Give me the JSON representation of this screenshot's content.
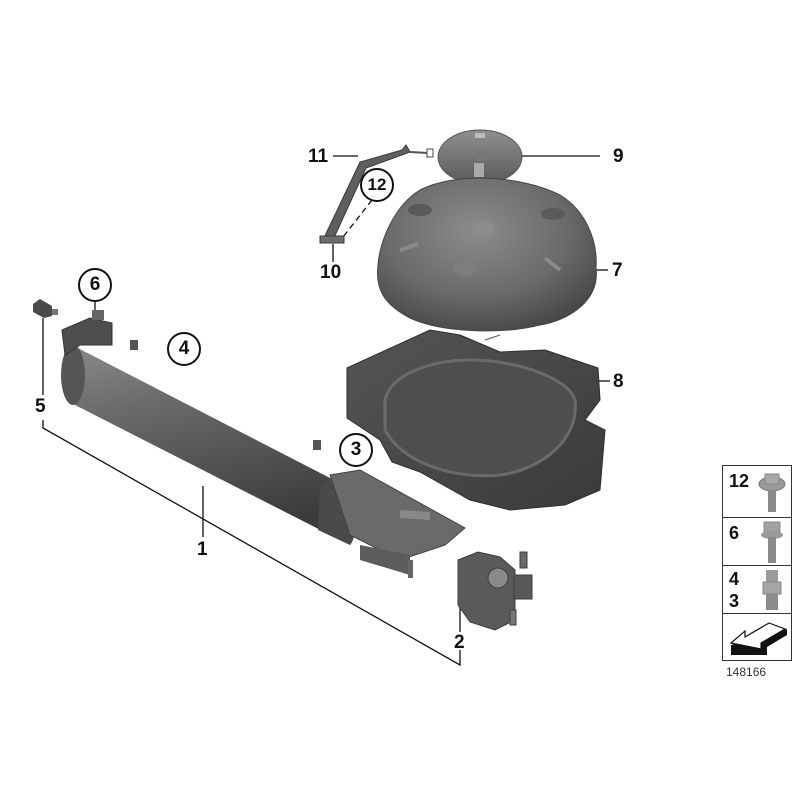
{
  "diagram": {
    "type": "exploded-parts-diagram",
    "callouts": [
      {
        "id": "1",
        "style": "plain"
      },
      {
        "id": "2",
        "style": "plain"
      },
      {
        "id": "3",
        "style": "circled"
      },
      {
        "id": "4",
        "style": "circled"
      },
      {
        "id": "5",
        "style": "plain"
      },
      {
        "id": "6",
        "style": "circled"
      },
      {
        "id": "7",
        "style": "plain"
      },
      {
        "id": "8",
        "style": "plain"
      },
      {
        "id": "9",
        "style": "plain"
      },
      {
        "id": "10",
        "style": "plain"
      },
      {
        "id": "11",
        "style": "plain"
      },
      {
        "id": "12",
        "style": "circled"
      }
    ],
    "labels": {
      "l1": "1",
      "l2": "2",
      "l3": "3",
      "l4": "4",
      "l5": "5",
      "l6": "6",
      "l7": "7",
      "l8": "8",
      "l9": "9",
      "l10": "10",
      "l11": "11",
      "l12": "12"
    },
    "legend": {
      "rows": [
        {
          "numbers": [
            "12"
          ],
          "part": "flange-bolt"
        },
        {
          "numbers": [
            "6"
          ],
          "part": "hex-bolt"
        },
        {
          "numbers": [
            "4",
            "3"
          ],
          "part": "threaded-fitting"
        },
        {
          "numbers": [],
          "part": "direction-arrow"
        }
      ],
      "n12": "12",
      "n6": "6",
      "n4": "4",
      "n3": "3"
    },
    "catalog_number": "148166",
    "colors": {
      "part_dark": "#4a4a4a",
      "part_mid": "#6e6e6e",
      "part_light": "#9a9a9a",
      "line": "#111111",
      "background": "#ffffff"
    }
  }
}
